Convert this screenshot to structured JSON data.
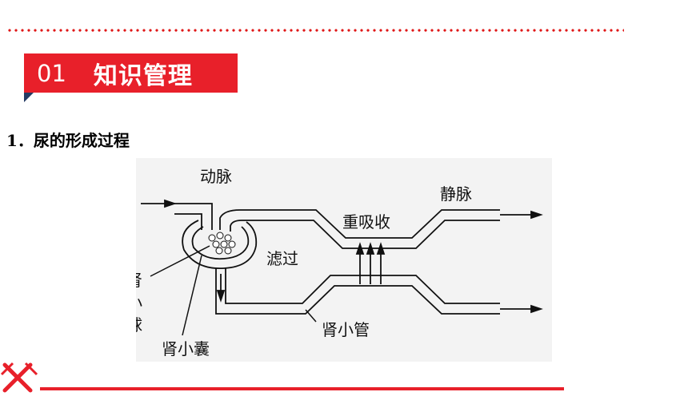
{
  "slide": {
    "section_number": "01",
    "section_title": "知识管理",
    "heading": "1．尿的形成过程"
  },
  "diagram": {
    "labels": {
      "artery": "动脉",
      "vein": "静脉",
      "reabsorption": "重吸收",
      "filtration": "滤过",
      "glomerulus_1": "肾",
      "glomerulus_2": "小",
      "glomerulus_3": "球",
      "capsule": "肾小囊",
      "tubule": "肾小管"
    }
  },
  "colors": {
    "accent": "#e8202a",
    "dark": "#243a63"
  },
  "icons": {
    "corner": "crossed-swords-icon"
  }
}
